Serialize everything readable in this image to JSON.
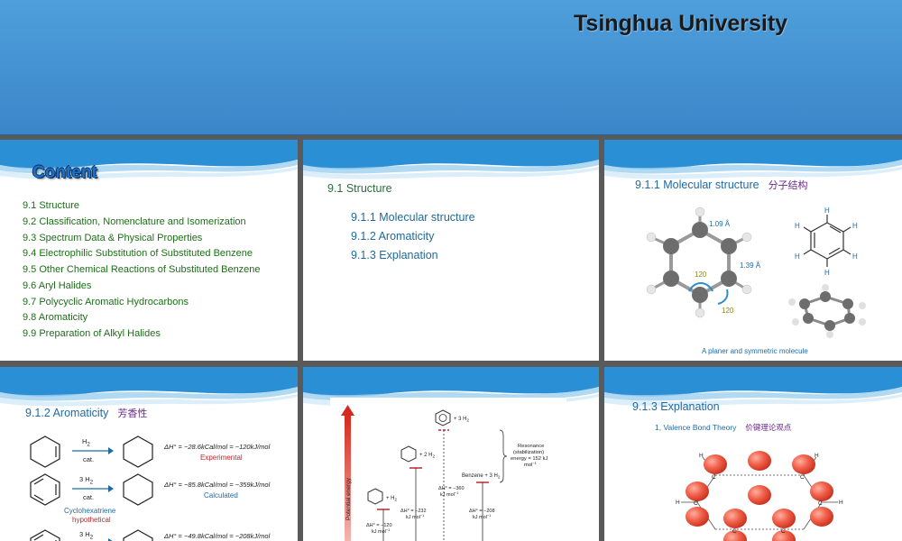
{
  "top": {
    "university": "Tsinghua University"
  },
  "content": {
    "title": "Content",
    "items": [
      "9.1  Structure",
      "9.2  Classification, Nomenclature and Isomerization",
      "9.3  Spectrum Data & Physical Properties",
      "9.4  Electrophilic Substitution of Substituted Benzene",
      "9.5  Other Chemical Reactions of Substituted Benzene",
      "9.6  Aryl Halides",
      "9.7  Polycyclic Aromatic Hydrocarbons",
      "9.8  Aromaticity",
      "9.9  Preparation of Alkyl Halides"
    ]
  },
  "structure": {
    "heading": "9.1  Structure",
    "items": [
      "9.1.1  Molecular structure",
      "9.1.2  Aromaticity",
      "9.1.3  Explanation"
    ]
  },
  "molecular": {
    "title": "9.1.1  Molecular structure",
    "title_cn": "分子结构",
    "bond_ch": "1.09 Å",
    "bond_cc": "1.39 Å",
    "angle": "120",
    "angle2": "120",
    "caption": "A planer and symmetric molecule",
    "h_label": "H"
  },
  "aromaticity": {
    "title": "9.1.2  Aromaticity",
    "title_cn": "芳香性",
    "rows": [
      {
        "reagent": "H",
        "reagent_sub": "2",
        "cond": "cat.",
        "dh": "ΔH° = −28.6kCal/mol = −120kJ/mol",
        "note": "Experimental",
        "note_color": "#c0262d"
      },
      {
        "reagent": "3 H",
        "reagent_sub": "2",
        "cond": "cat.",
        "dh": "ΔH° = −85.8kCal/mol = −359kJ/mol",
        "note": "Calculated",
        "note_color": "#1e6aa5"
      },
      {
        "reagent": "3 H",
        "reagent_sub": "2",
        "cond": "",
        "dh": "ΔH° = −49.8kCal/mol = −208kJ/mol",
        "note": "",
        "note_color": "#222"
      }
    ],
    "cyclohexatriene": "Cyclohexatriene",
    "hypothetical": "hypothetical"
  },
  "energy": {
    "axis": "Potential energy",
    "plus3": "+ 3 H",
    "plus2": "+ 2 H",
    "plus1": "+ H",
    "sub2": "2",
    "dh120": "ΔH° = −120",
    "dh232": "ΔH° = −232",
    "dh360": "ΔH° = −360",
    "dh208": "ΔH° = −208",
    "unit": "kJ mol",
    "unit_exp": "−1",
    "resonance1": "Resonance",
    "resonance2": "(stabilization)",
    "resonance3": "energy = 152 kJ",
    "resonance4": "mol",
    "benzene_label": "Benzene + 3 H"
  },
  "explanation": {
    "title": "9.1.3  Explanation",
    "vb": "1, Valence Bond Theory",
    "vb_cn": "价键理论观点",
    "H": "H",
    "C": "C"
  }
}
